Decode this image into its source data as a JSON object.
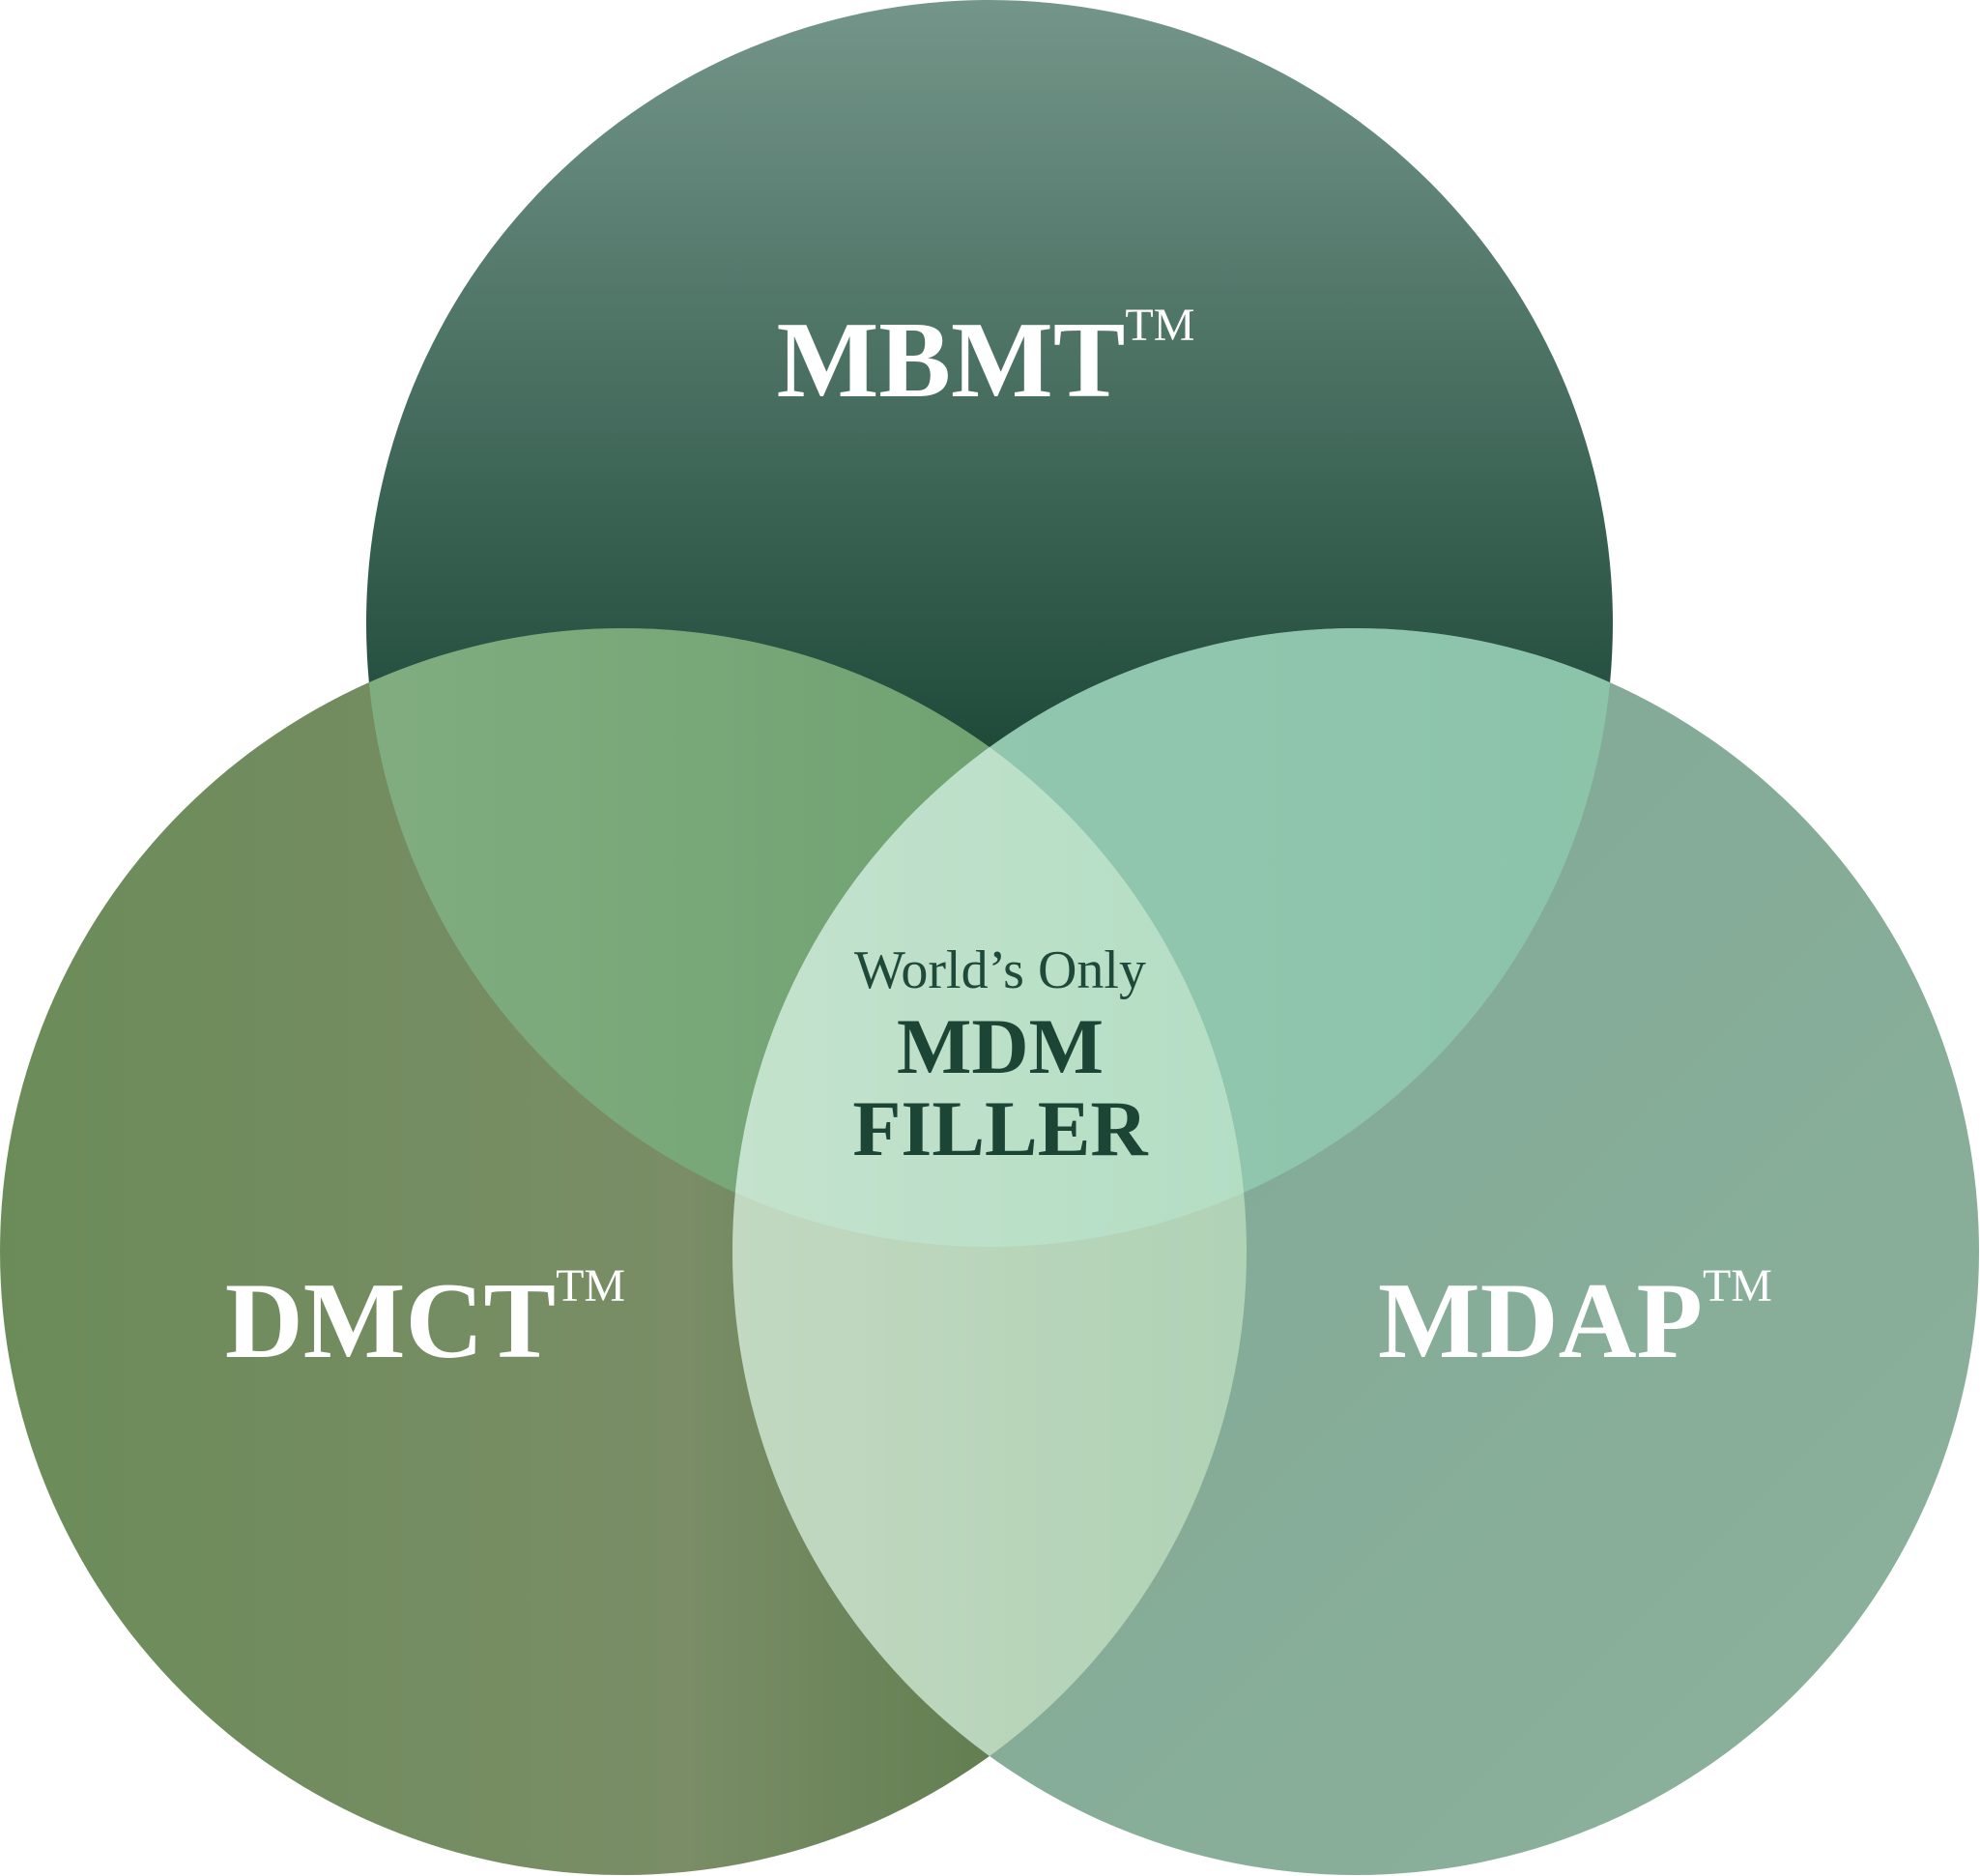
{
  "diagram": {
    "type": "venn",
    "sets": [
      {
        "id": "top",
        "name": "MBMT",
        "mark": "TM",
        "colors": [
          "#74968a",
          "#1f4a3a"
        ]
      },
      {
        "id": "left",
        "name": "DMCT",
        "mark": "TM",
        "colors": [
          "#6b8c59",
          "#5a7a47"
        ]
      },
      {
        "id": "right",
        "name": "MDAP",
        "mark": "TM",
        "colors": [
          "#8bb29e",
          "#7ea794"
        ]
      }
    ],
    "center": {
      "line1": "World’s Only",
      "line2": "MDM",
      "line3": "FILLER"
    },
    "overlap_colors": {
      "top_left": "#86b08a",
      "top_right": "#94c8b0",
      "left_right": "#b9d8bd",
      "all": "#b5e0c8"
    }
  }
}
